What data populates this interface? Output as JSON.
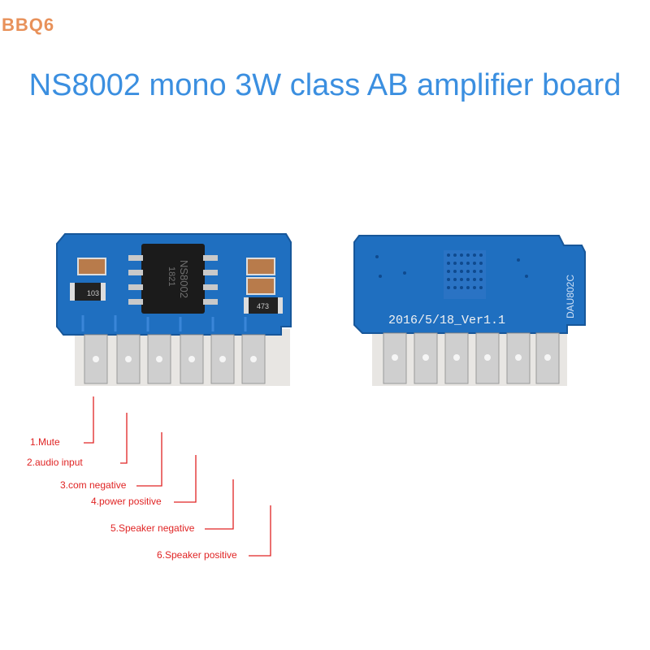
{
  "brand": "BBQ6",
  "title": "NS8002 mono 3W class AB amplifier board",
  "front_board": {
    "chip_marking_line1": "NS8002",
    "chip_marking_line2": "1821",
    "resistor_left": "103",
    "resistor_right": "473"
  },
  "back_board": {
    "silkscreen": "2016/5/18_Ver1.1",
    "side_label": "DAU802C"
  },
  "pins": [
    {
      "label": "1.Mute"
    },
    {
      "label": "2.audio input"
    },
    {
      "label": "3.com negative"
    },
    {
      "label": "4.power positive"
    },
    {
      "label": "5.Speaker negative"
    },
    {
      "label": "6.Speaker positive"
    }
  ],
  "colors": {
    "brand": "#e8915a",
    "title": "#3b8fe0",
    "pcb": "#1f6fc0",
    "annotation": "#e02424"
  }
}
